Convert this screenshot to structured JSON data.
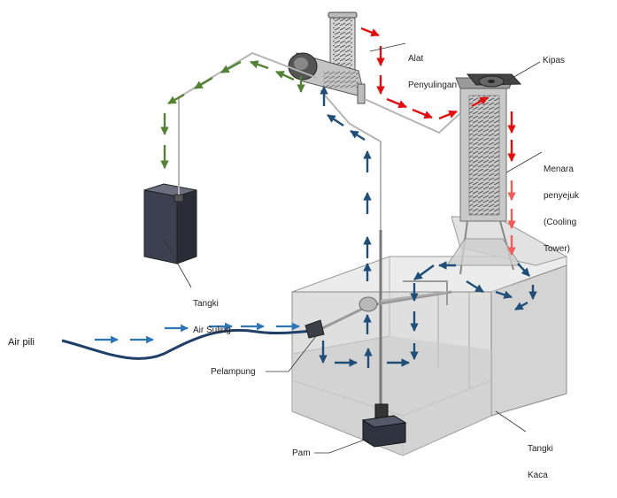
{
  "labels": {
    "air_pili": "Air pili",
    "alat_line1": "Alat",
    "alat_line2": "Penyulingan",
    "kipas": "Kipas",
    "menara_line1": "Menara",
    "menara_line2": "penyejuk",
    "menara_line3": "(Cooling",
    "menara_line4": "Tower)",
    "tangki_air_line1": "Tangki",
    "tangki_air_line2": "Air Suling",
    "pelampung": "Pelampung",
    "tangki_kaca_line1": "Tangki",
    "tangki_kaca_line2": "Kaca",
    "pam": "Pam"
  },
  "colors": {
    "inlet_arrow": "#2e75b6",
    "pump_flow_arrow": "#1f4e79",
    "distillate_arrow": "#548235",
    "hot_vapor_arrow": "#e01010",
    "cooling_arrow": "#f25c5c",
    "water_pipe": "#1f3f66",
    "glass_tank": "#d9d9d9"
  }
}
